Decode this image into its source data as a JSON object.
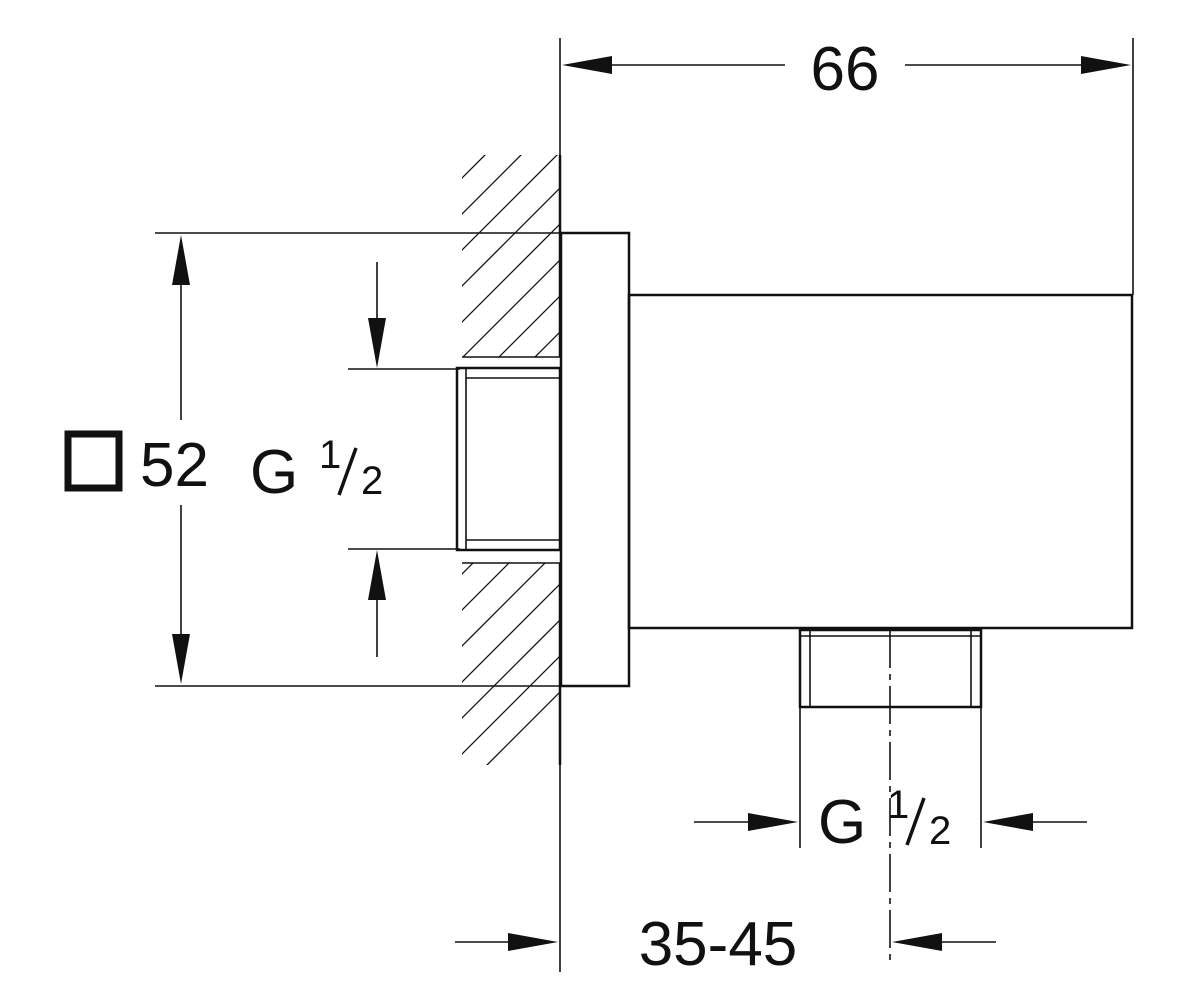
{
  "dimensions": {
    "overall_length": "66",
    "square_size": "52",
    "inlet_thread": {
      "letter": "G",
      "numerator": "1",
      "denominator": "2"
    },
    "outlet_thread": {
      "letter": "G",
      "numerator": "1",
      "denominator": "2"
    },
    "wall_to_outlet": "35-45"
  },
  "colors": {
    "line": "#111111",
    "background": "#ffffff"
  },
  "icons": {
    "square_symbol": "square-symbol-icon"
  }
}
